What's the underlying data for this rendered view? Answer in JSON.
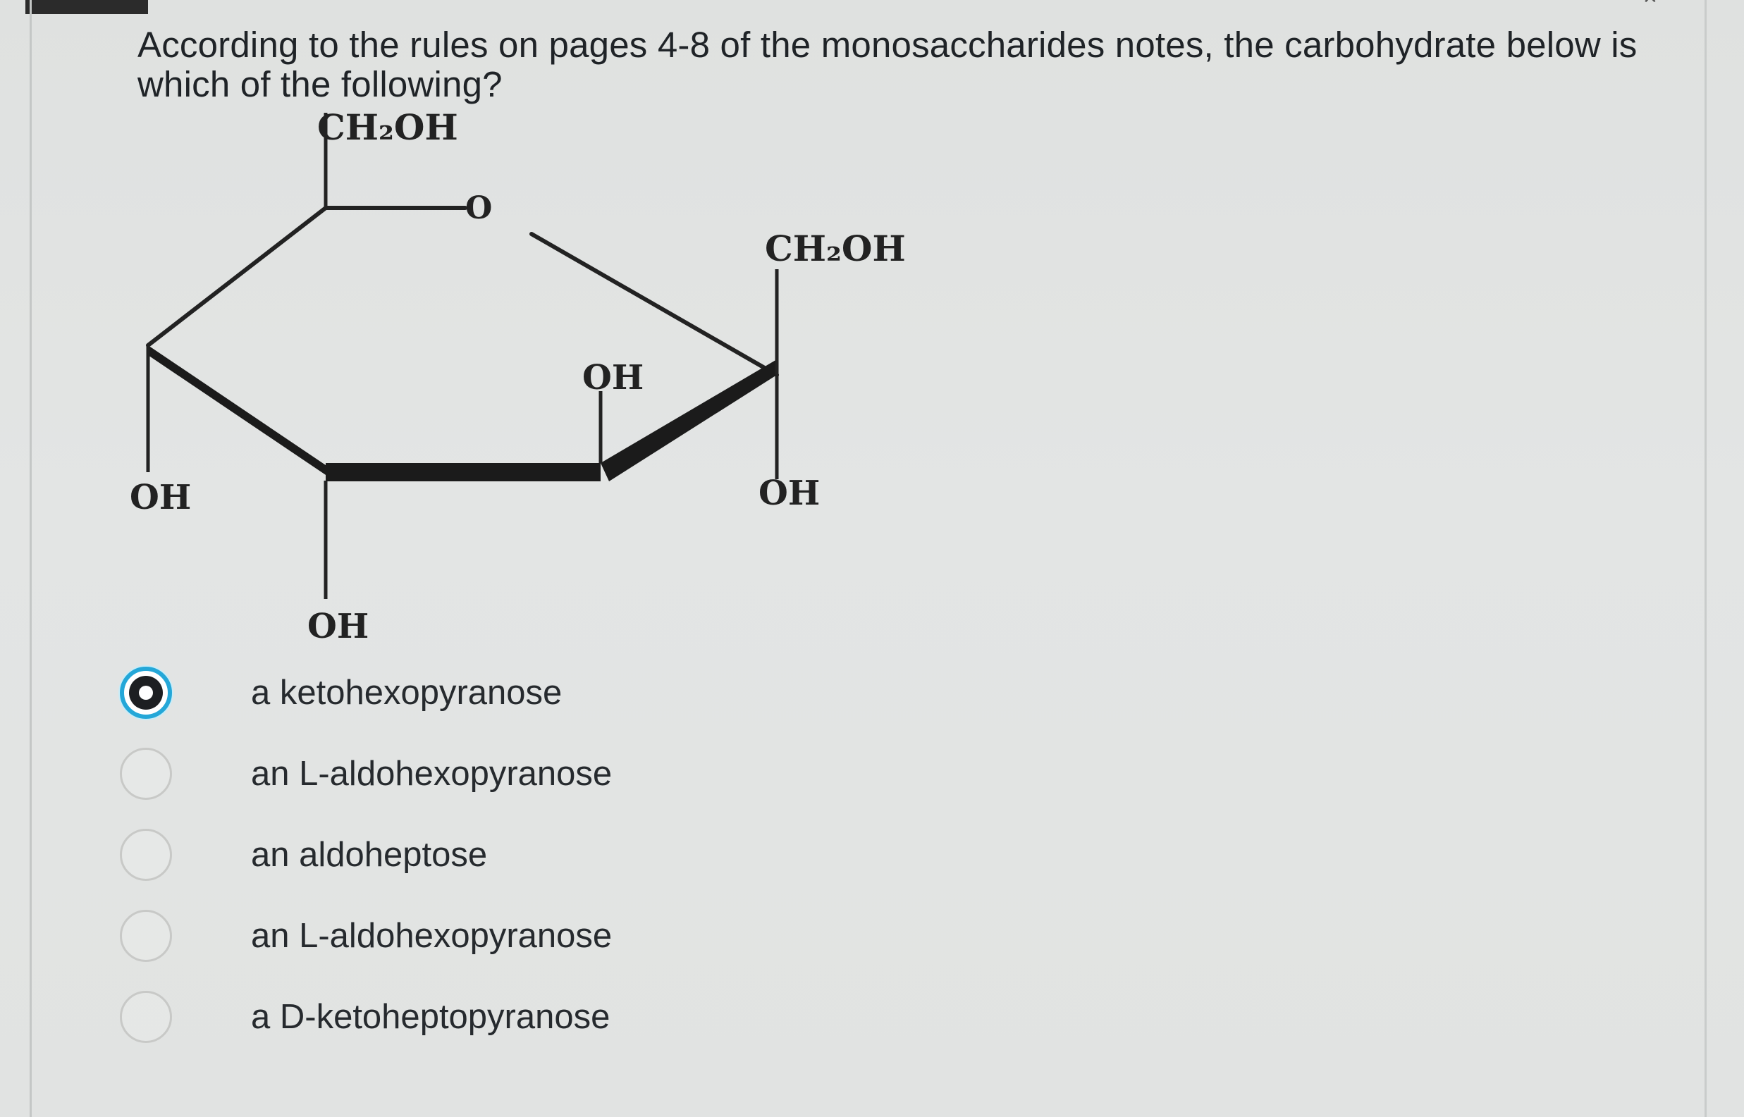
{
  "question": {
    "text": "According to the rules on pages 4-8 of the monosaccharides notes, the carbohydrate below is which of the following?"
  },
  "structure": {
    "labels": {
      "top_ch2oh": "CH₂OH",
      "ring_oxygen": "O",
      "right_ch2oh": "CH₂OH",
      "inner_oh": "OH",
      "left_oh": "OH",
      "right_oh": "OH",
      "bottom_oh": "OH"
    }
  },
  "options": [
    {
      "label": "a ketohexopyranose",
      "selected": true
    },
    {
      "label": "an L-aldohexopyranose",
      "selected": false
    },
    {
      "label": "an aldoheptose",
      "selected": false
    },
    {
      "label": "an L-aldohexopyranose",
      "selected": false
    },
    {
      "label": "a D-ketoheptopyranose",
      "selected": false
    }
  ],
  "colors": {
    "background": "#e1e3e2",
    "selected_ring": "#24a7d8",
    "text": "#1f2327"
  }
}
